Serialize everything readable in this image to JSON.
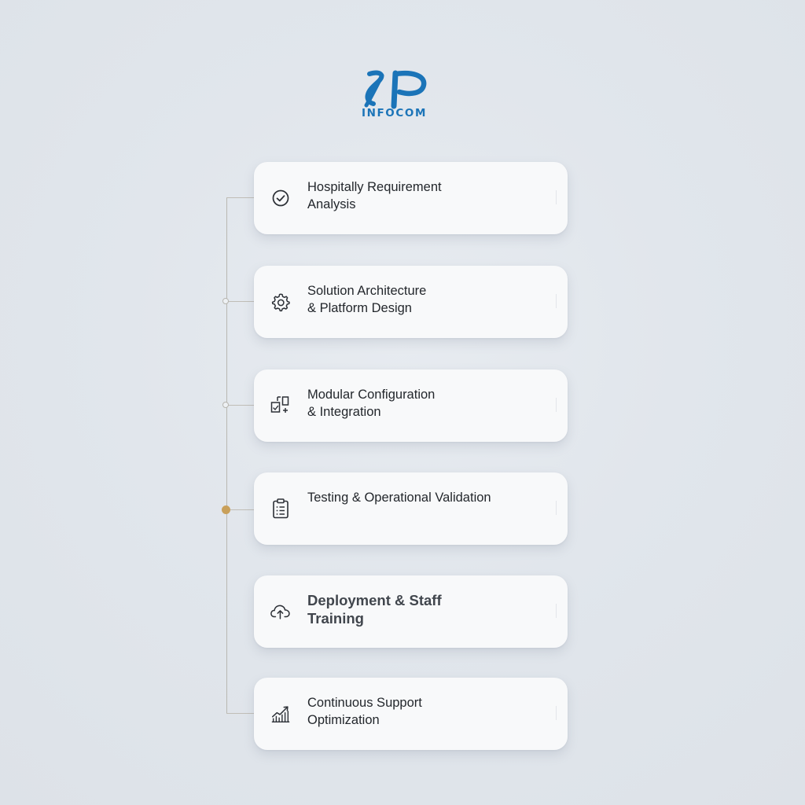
{
  "brand": {
    "name": "INFOCOM",
    "monogram": "SP",
    "color": "#1b74b8"
  },
  "accent": {
    "line_color": "#b9b8b2",
    "active_node_color": "#c9a05a"
  },
  "steps": [
    {
      "label": "Hospitally Requirement\nAnalysis",
      "icon": "check-circle-icon"
    },
    {
      "label": "Solution Architecture\n& Platform Design",
      "icon": "gear-icon"
    },
    {
      "label": "Modular Configuration\n& Integration",
      "icon": "modules-icon"
    },
    {
      "label": "Testing & Operational Validation",
      "icon": "clipboard-checklist-icon"
    },
    {
      "label": "Deployment & Staff\nTraining",
      "icon": "cloud-upload-icon"
    },
    {
      "label": "Continuous Support\nOptimization",
      "icon": "growth-chart-icon"
    }
  ]
}
